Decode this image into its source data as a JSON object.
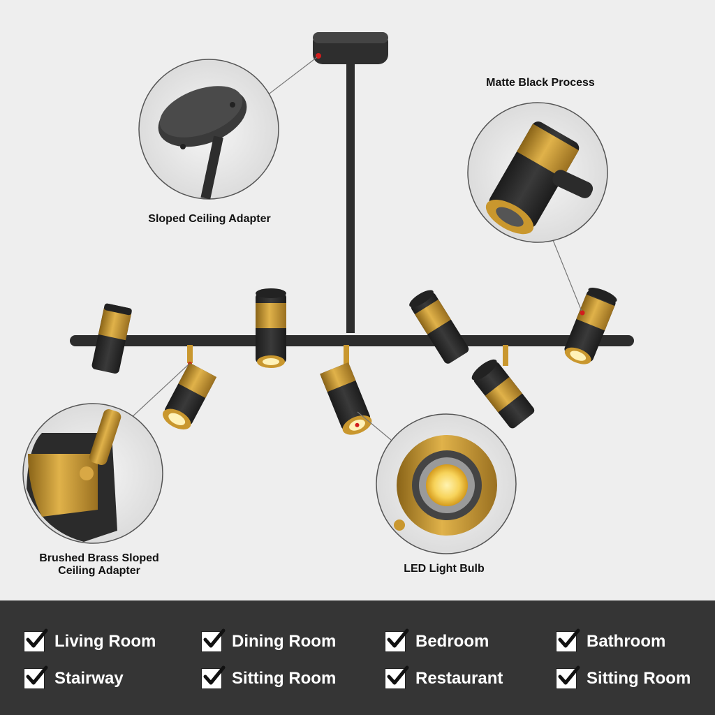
{
  "callouts": {
    "sloped_ceiling_adapter": "Sloped Ceiling Adapter",
    "matte_black_process": "Matte Black Process",
    "brushed_brass_line1": "Brushed Brass Sloped",
    "brushed_brass_line2": "Ceiling Adapter",
    "led_light_bulb": "LED Light Bulb"
  },
  "rooms": [
    "Living Room",
    "Dining Room",
    "Bedroom",
    "Bathroom",
    "Stairway",
    "Sitting Room",
    "Restaurant",
    "Sitting Room"
  ],
  "colors": {
    "background": "#eeeeee",
    "bottom_bar": "#353535",
    "matte_black": "#2a2a2a",
    "brass": "#c9972e"
  },
  "icons": [
    "checkbox-checked-icon"
  ]
}
